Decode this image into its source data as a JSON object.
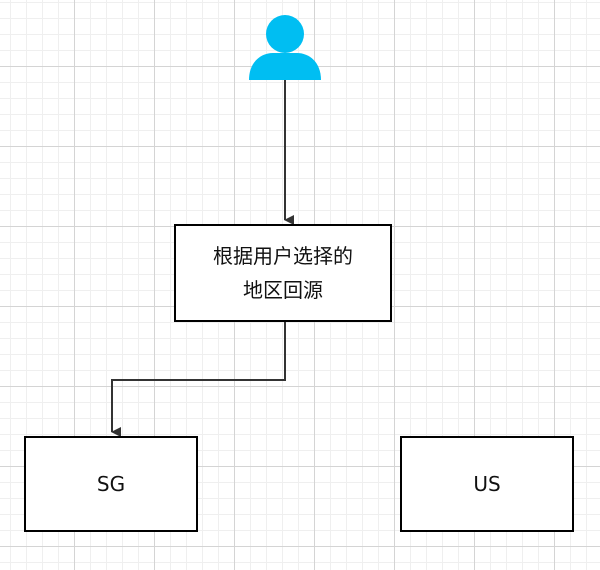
{
  "diagram": {
    "user": {
      "icon": "user-icon",
      "color": "#00BEF2"
    },
    "nodes": {
      "region": {
        "line1": "根据用户选择的",
        "line2": "地区回源"
      },
      "sg": {
        "label": "SG"
      },
      "us": {
        "label": "US"
      }
    },
    "edges": [
      {
        "from": "user",
        "to": "region"
      },
      {
        "from": "region",
        "to": "sg"
      }
    ]
  }
}
